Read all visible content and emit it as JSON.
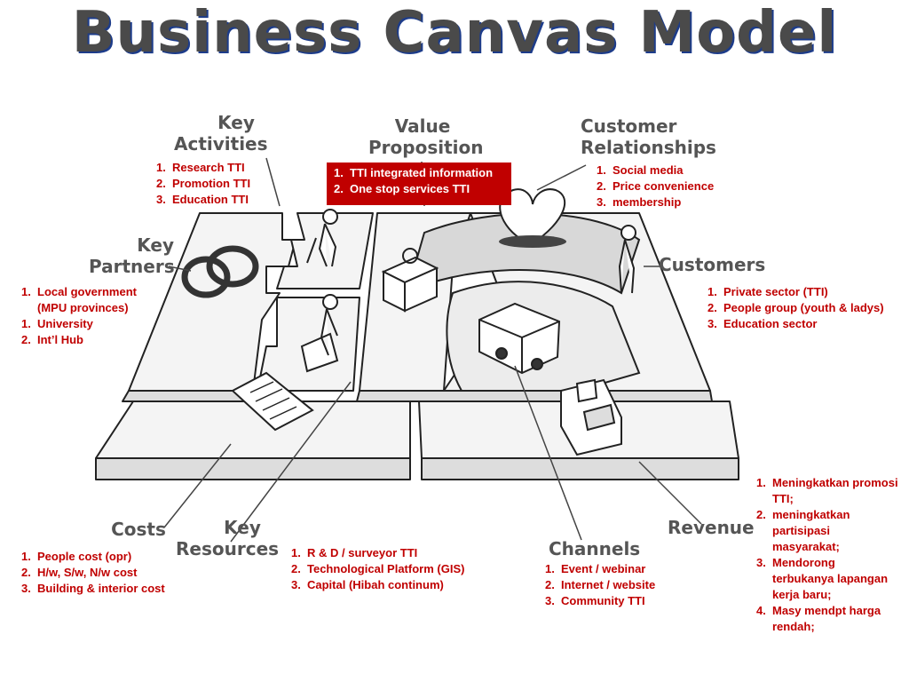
{
  "title": "Business Canvas Model",
  "headers": {
    "key_activities": [
      "Key",
      "Activities"
    ],
    "value_proposition": [
      "Value",
      "Proposition"
    ],
    "customer_relationships": [
      "Customer",
      "Relationships"
    ],
    "key_partners": [
      "Key",
      "Partners"
    ],
    "customers": "Customers",
    "costs": "Costs",
    "key_resources": [
      "Key",
      "Resources"
    ],
    "channels": "Channels",
    "revenue": "Revenue"
  },
  "lists": {
    "key_activities": [
      {
        "n": "1.",
        "t": "Research TTI"
      },
      {
        "n": "2.",
        "t": "Promotion TTI"
      },
      {
        "n": "3.",
        "t": "Education TTI"
      }
    ],
    "value_proposition": [
      {
        "n": "1.",
        "t": "TTI integrated information"
      },
      {
        "n": "2.",
        "t": "One stop services TTI"
      }
    ],
    "customer_relationships": [
      {
        "n": "1.",
        "t": "Social media"
      },
      {
        "n": "2.",
        "t": "Price convenience"
      },
      {
        "n": "3.",
        "t": "membership"
      }
    ],
    "key_partners": [
      {
        "n": "1.",
        "t": "Local government (MPU provinces)"
      },
      {
        "n": "1.",
        "t": "University"
      },
      {
        "n": "2.",
        "t": "Int’l Hub"
      }
    ],
    "customers": [
      {
        "n": "1.",
        "t": "Private sector (TTI)"
      },
      {
        "n": "2.",
        "t": "People group (youth & ladys)"
      },
      {
        "n": "3.",
        "t": "Education sector"
      }
    ],
    "costs": [
      {
        "n": "1.",
        "t": "People cost (opr)"
      },
      {
        "n": "2.",
        "t": "H/w, S/w, N/w cost"
      },
      {
        "n": "3.",
        "t": "Building & interior cost"
      }
    ],
    "key_resources": [
      {
        "n": "1.",
        "t": "R & D / surveyor TTI"
      },
      {
        "n": "2.",
        "t": "Technological Platform (GIS)"
      },
      {
        "n": "3.",
        "t": "Capital (Hibah continum)"
      }
    ],
    "channels": [
      {
        "n": "1.",
        "t": "Event / webinar"
      },
      {
        "n": "2.",
        "t": "Internet / website"
      },
      {
        "n": "3.",
        "t": "Community TTI"
      }
    ],
    "revenue": [
      {
        "n": "1.",
        "t": "Meningkatkan promosi TTI;"
      },
      {
        "n": "2.",
        "t": "meningkatkan partisipasi masyarakat;"
      },
      {
        "n": "3.",
        "t": "Mendorong terbukanya lapangan kerja baru;"
      },
      {
        "n": "4.",
        "t": "Masy mendpt harga rendah;"
      }
    ]
  },
  "colors": {
    "accent_red": "#c00000",
    "header_gray": "#555555",
    "title_shadow": "#1d3c8a"
  }
}
